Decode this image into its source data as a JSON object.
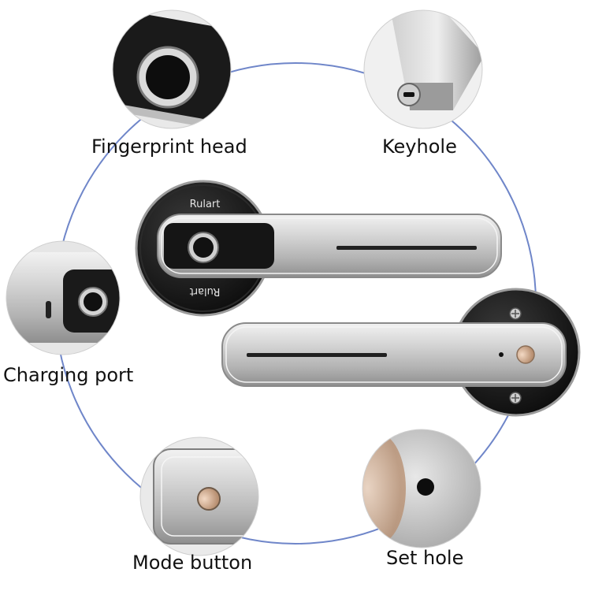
{
  "labels": {
    "fingerprint_head": "Fingerprint head",
    "keyhole": "Keyhole",
    "charging_port": "Charging port",
    "mode_button": "Mode button",
    "set_hole": "Set hole"
  },
  "brand": {
    "upper": "Rulart",
    "lower_mirrored": "Rulart"
  },
  "colors": {
    "ring": "#6f86c9",
    "metal_light": "#e6e6e6",
    "metal_mid": "#b9b9b9",
    "metal_dark": "#7d7d7d",
    "black_plate": "#141414"
  }
}
